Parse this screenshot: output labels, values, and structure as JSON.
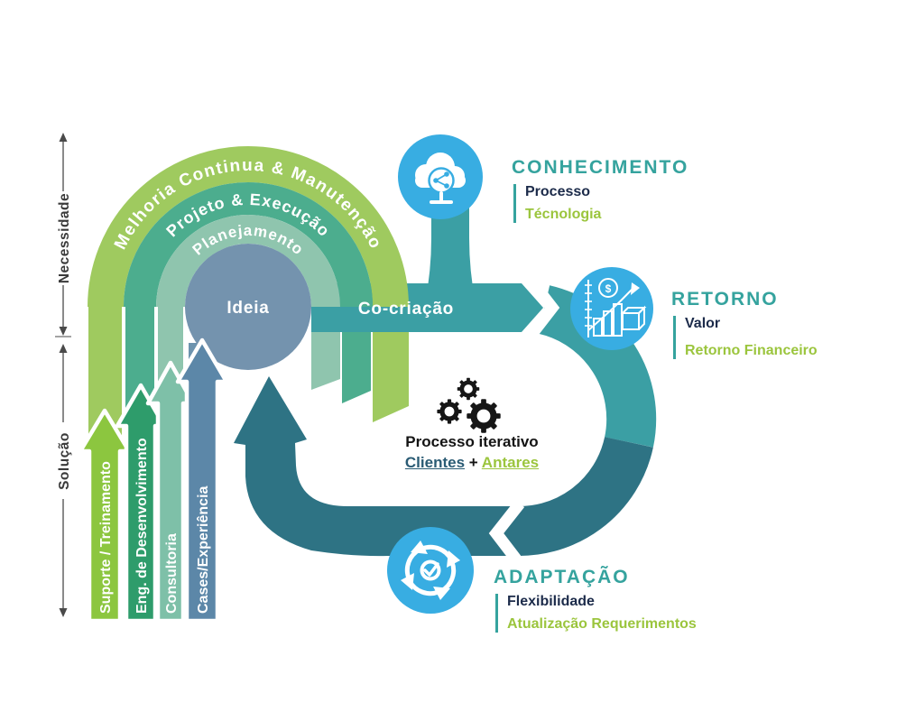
{
  "diagram": {
    "left_axis": {
      "top_label": "Necessidade",
      "bottom_label": "Solução"
    },
    "arc": {
      "bands": [
        {
          "label": "Melhoria Continua & Manutenção",
          "color": "#9FCA5F"
        },
        {
          "label": "Projeto & Execução",
          "color": "#4CAD8E"
        },
        {
          "label": "Planejamento",
          "color": "#8FC5AE"
        }
      ],
      "center": {
        "label": "Ideia",
        "color": "#7493AE"
      }
    },
    "arrows": [
      {
        "label": "Suporte / Treinamento",
        "color": "#8CC63F"
      },
      {
        "label": "Eng. de Desenvolvimento",
        "color": "#2E9C6B"
      },
      {
        "label": "Consultoria",
        "color": "#7EC0A8"
      },
      {
        "label": "Cases/Experiência",
        "color": "#5C87A8"
      }
    ],
    "flow": {
      "cocreation_label": "Co-criação",
      "teal": "#3B9FA4",
      "dark": "#2E7384"
    },
    "nodes": {
      "conhecimento": {
        "title": "CONHECIMENTO",
        "primary": "Processo",
        "secondary": "Técnologia",
        "icon": "cloud-share-icon"
      },
      "retorno": {
        "title": "RETORNO",
        "primary": "Valor",
        "secondary": "Retorno Financeiro",
        "icon": "growth-chart-icon"
      },
      "adaptacao": {
        "title": "ADAPTAÇÃO",
        "primary": "Flexibilidade",
        "secondary": "Atualização Requerimentos",
        "icon": "cycle-check-icon"
      }
    },
    "center_note": {
      "title": "Processo iterativo",
      "client_label": "Clientes",
      "plus": "+",
      "company_label": "Antares"
    },
    "colors": {
      "node_circle": "#38ADE2",
      "title_teal": "#35A39E",
      "text_navy": "#1C2B4A",
      "text_green": "#9BC53D",
      "client_link": "#2A5B74"
    }
  }
}
